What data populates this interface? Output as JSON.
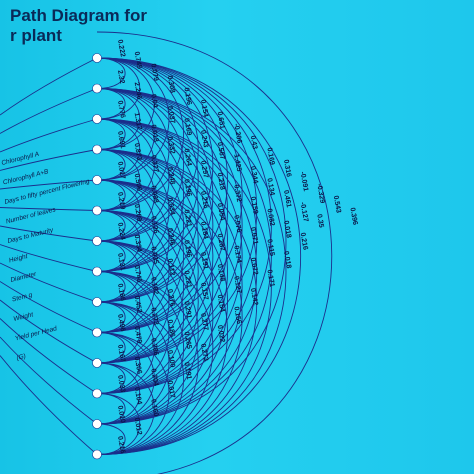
{
  "title": "Path Diagram for\nr plant",
  "traits": [
    "Chlorophyll A",
    "Chlorophyll A+B",
    "Days to fifty percent Flowering",
    "Number of leaves",
    "Days to Maturity",
    "Height",
    "Diameter",
    "Stem g",
    "Weight",
    "Yield per Head",
    "(G)"
  ],
  "coefficients": [
    [
      "0.222",
      "2.32",
      "0.776",
      "0.691",
      "0.017",
      "0.219",
      "0.224",
      "0.131",
      "0.186",
      "0.496",
      "0.167",
      "0.033",
      "0.010",
      "0.216"
    ],
    [
      "0.745",
      "2.246",
      "1.317",
      "0.873",
      "0.506",
      "0.209",
      "0.334",
      "0.745",
      "0.452",
      "0.479",
      "0.306",
      "0.104",
      "0.012"
    ],
    [
      "0.079",
      "0.04",
      "0.018",
      "0.377",
      "0.088",
      "0.126",
      "0.035",
      "0.182",
      "0.273",
      "0.286",
      "0.204",
      "0.160"
    ],
    [
      "0.308",
      "0.037",
      "0.332",
      "0.248",
      "0.034",
      "0.246",
      "0.112",
      "0.276",
      "0.186",
      "0.100",
      "0.017"
    ],
    [
      "0.196",
      "0.169",
      "0.264",
      "0.196",
      "0.221",
      "0.196",
      "0.221",
      "0.291",
      "0.265",
      "0.191"
    ],
    [
      "0.154",
      "0.243",
      "0.297",
      "0.216",
      "0.184",
      "0.191",
      "0.157",
      "0.277",
      "0.273"
    ],
    [
      "0.651",
      "0.567",
      "0.218",
      "0.054",
      "0.287",
      "0.148",
      "0.154",
      "0.022"
    ],
    [
      "-0.206",
      "1.425",
      "0.372",
      "0.076",
      "0.174",
      "0.127",
      "0.156"
    ],
    [
      "0.43",
      "0.344",
      "0.159",
      "0.071",
      "0.072",
      "0.142"
    ],
    [
      "0.169",
      "0.134",
      "0.082",
      "0.115",
      "0.171"
    ],
    [
      "0.316",
      "0.461",
      "0.018",
      "0.018"
    ],
    [
      "-0.091",
      "-0.127",
      "0.216"
    ],
    [
      "-0.329",
      "0.35"
    ],
    [
      "0.543"
    ],
    [
      "0.396"
    ]
  ]
}
